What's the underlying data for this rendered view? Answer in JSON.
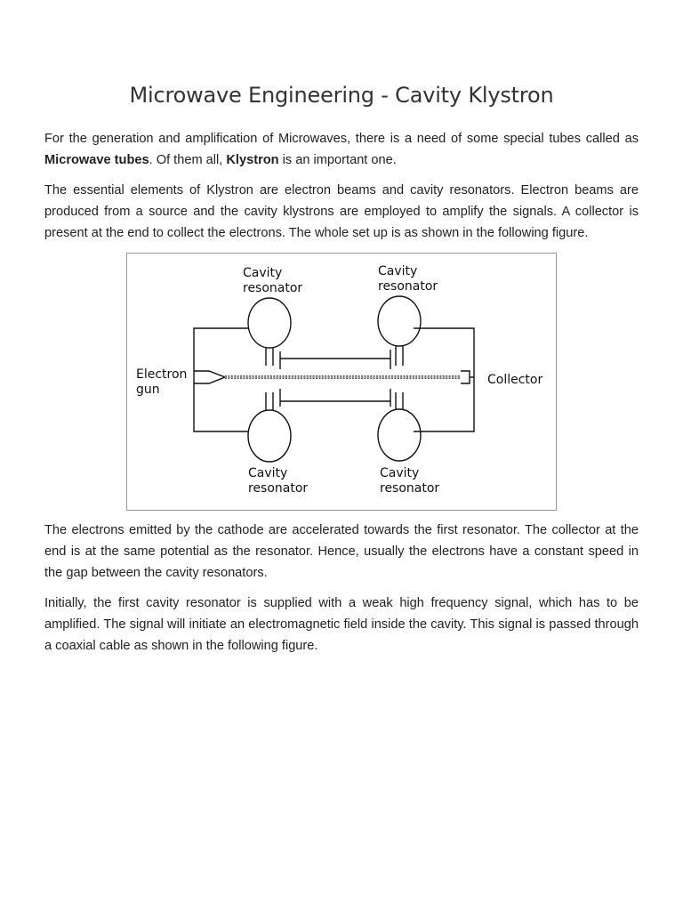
{
  "title": "Microwave Engineering - Cavity Klystron",
  "paragraph1": {
    "text_a": "For the generation and amplification of Microwaves, there is a need of some special tubes called as ",
    "bold_a": "Microwave tubes",
    "text_b": ". Of them all, ",
    "bold_b": "Klystron",
    "text_c": " is an important one."
  },
  "paragraph2": "The essential elements of Klystron are electron beams and cavity resonators. Electron beams are produced from a source and the cavity klystrons are employed to amplify the signals. A collector is present at the end to collect the electrons. The whole set up is as shown in the following figure.",
  "figure": {
    "labels": {
      "top_left_line1": "Cavity",
      "top_left_line2": "resonator",
      "top_right_line1": "Cavity",
      "top_right_line2": "resonator",
      "gun_line1": "Electron",
      "gun_line2": "gun",
      "collector": "Collector",
      "bottom_left_line1": "Cavity",
      "bottom_left_line2": "resonator",
      "bottom_right_line1": "Cavity",
      "bottom_right_line2": "resonator"
    }
  },
  "paragraph3": "The electrons emitted by the cathode are accelerated towards the first resonator. The collector at the end is at the same potential as the resonator. Hence, usually the electrons have a constant speed in the gap between the cavity resonators.",
  "paragraph4": "Initially, the first cavity resonator is supplied with a weak high frequency signal, which has to be amplified. The signal will initiate an electromagnetic field inside the cavity. This signal is passed through a coaxial cable as shown in the following figure."
}
